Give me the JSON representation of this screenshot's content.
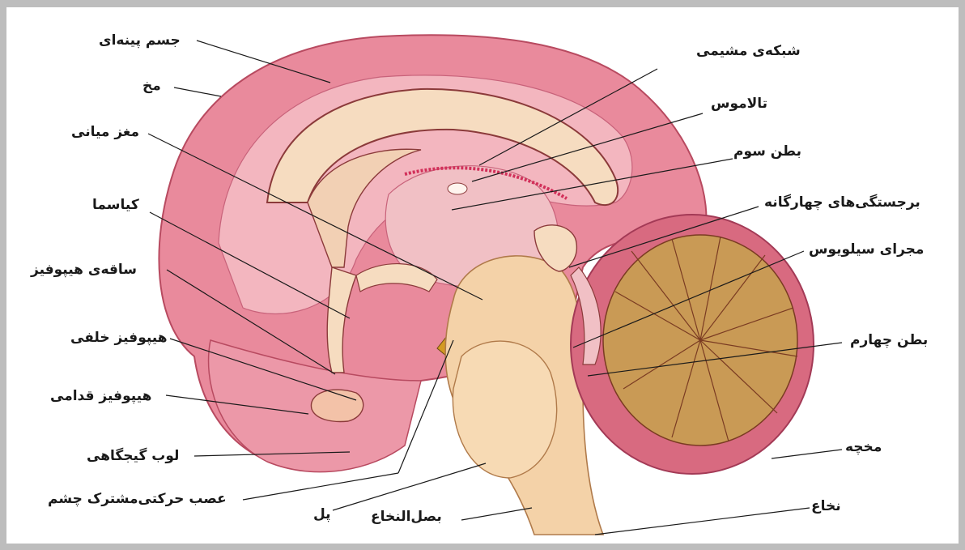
{
  "labels": {
    "corpus_callosum": "جسم پینه‌ای",
    "cerebrum": "مخ",
    "midbrain": "مغز میانی",
    "chiasma": "کیاسما",
    "pituitary_stalk": "ساقه‌ی هیپوفیز",
    "posterior_pituitary": "هیپوفیز خلفی",
    "anterior_pituitary": "هیپوفیز قدامی",
    "temporal_lobe": "لوب گیجگاهی",
    "oculomotor_nerve": "عصب حرکتی‌مشترک چشم",
    "pons": "پل",
    "medulla": "بصل‌النخاع",
    "choroid_plexus": "شبکه‌ی مشیمی",
    "thalamus": "تالاموس",
    "third_ventricle": "بطن سوم",
    "quadrigeminal_bodies": "برجستگی‌های چهارگانه",
    "sylvius_aqueduct": "مجرای سیلویوس",
    "fourth_ventricle": "بطن چهارم",
    "cerebellum": "مخچه",
    "spinal_cord": "نخاع"
  },
  "colors": {
    "cerebrum": "#e98a9c",
    "cerebrum_light": "#f3b6bf",
    "white_matter": "#f6dcc0",
    "brainstem": "#f4d2a8",
    "cerebellum": "#c99a55",
    "ventricle": "#f1c0c5",
    "pituitary_accent": "#d49a22",
    "outline": "#5a1e1e"
  }
}
